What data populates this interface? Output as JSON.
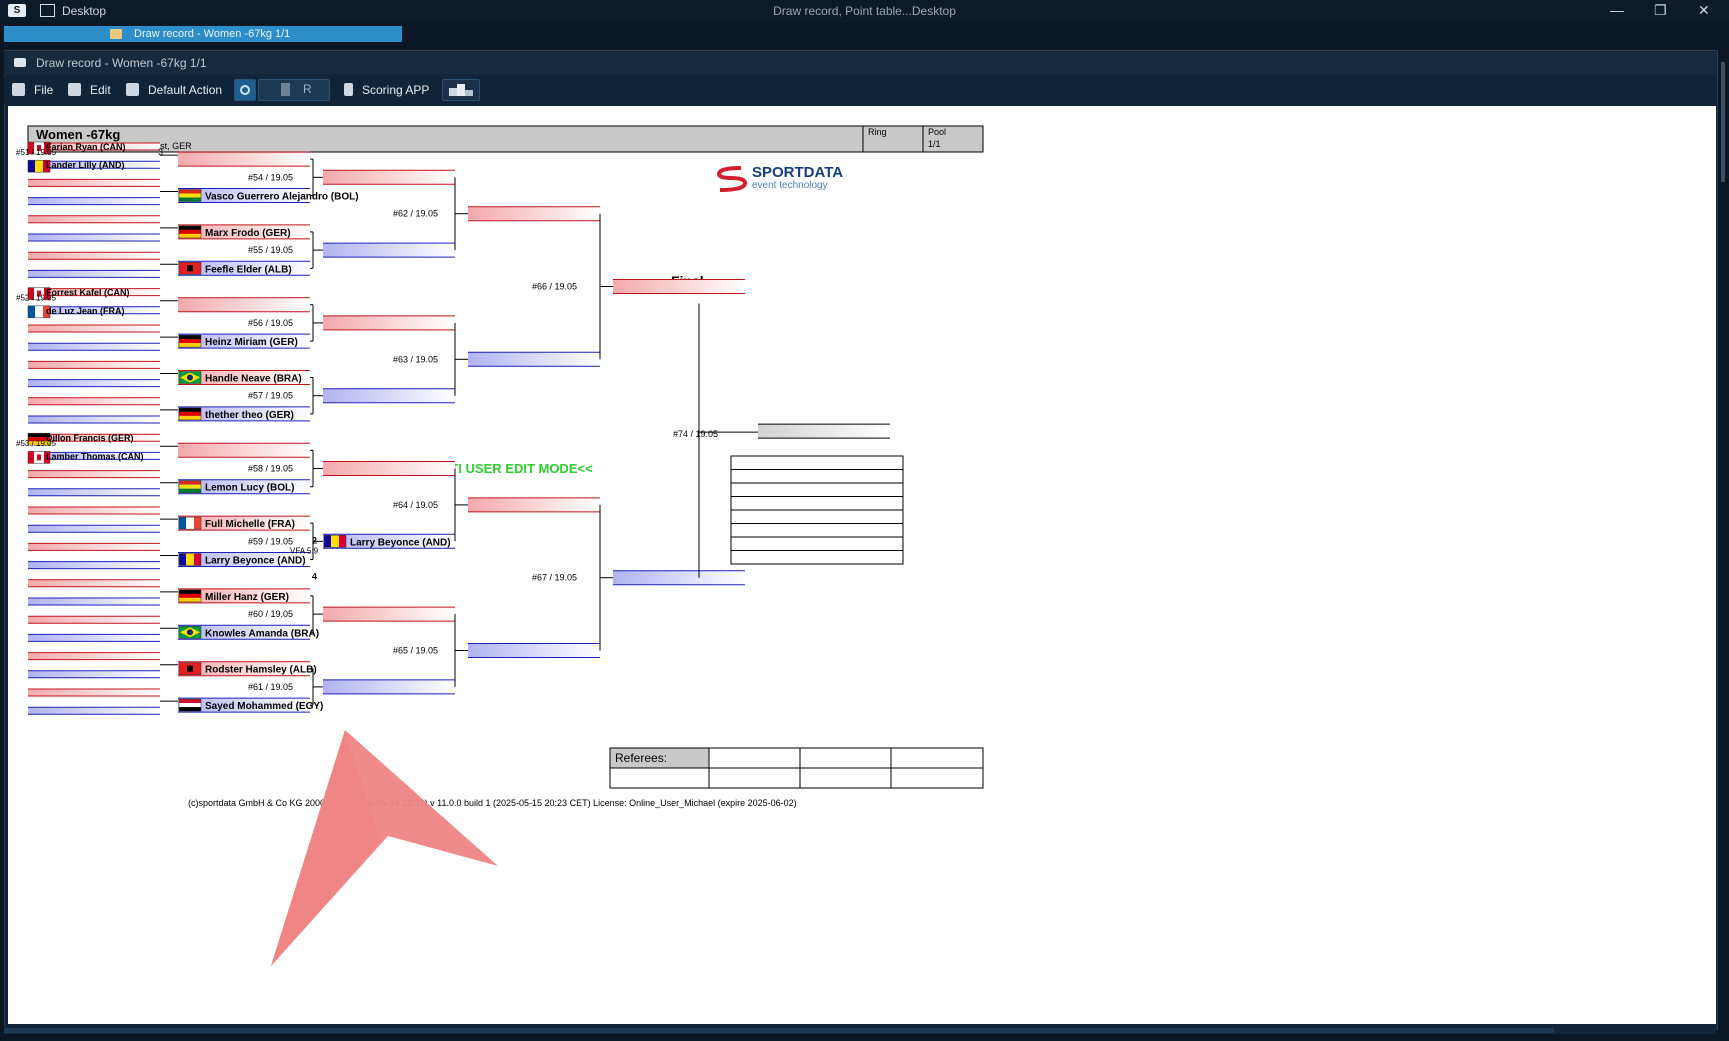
{
  "window": {
    "app_title": "Desktop",
    "center_title": "Draw record, Point table...Desktop",
    "minimize_glyph": "—",
    "maximize_glyph": "❐",
    "close_glyph": "✕",
    "tab_label": "Draw record - Women -67kg 1/1",
    "inner_title": "Draw record - Women -67kg 1/1"
  },
  "toolbar": {
    "file": "File",
    "edit": "Edit",
    "default_action": "Default Action",
    "r_field": "R",
    "scoring_app": "Scoring APP"
  },
  "sheet": {
    "title": "Women -67kg",
    "subtitle": "Knowledge Base Event, 123 test, GER",
    "ring_label": "Ring",
    "pool_label": "Pool",
    "pool_value": "1/1",
    "brand_name": "SPORTDATA",
    "brand_tag": "event technology",
    "final_label": "Final",
    "multi_user": ">>MULTI USER EDIT MODE<<",
    "referees_label": "Referees:",
    "footer": "(c)sportdata GmbH & Co KG 2000-2025 (2025-05-19 13:31) v 11.0.0 build 1 (2025-05-15 20:23 CET) License: Online_User_Michael (expire 2025-06-02)",
    "flags": {
      "CAN": [
        "#ffffff",
        "#d80621",
        "#ffffff"
      ],
      "AND": [
        "#10069f",
        "#fedf00",
        "#d50032"
      ],
      "BOL": [
        "#d52b1e",
        "#f9e300",
        "#007934"
      ],
      "GER": [
        "#000000",
        "#dd0000",
        "#ffce00"
      ],
      "ALB": [
        "#e41e20",
        "#e41e20",
        "#e41e20"
      ],
      "FRA": [
        "#0055a4",
        "#ffffff",
        "#ef4135"
      ],
      "BRA": [
        "#009c3b",
        "#ffdf00",
        "#009c3b"
      ],
      "EGY": [
        "#ce1126",
        "#ffffff",
        "#000000"
      ]
    },
    "prelim": [
      {
        "match": "#51 / 19.05",
        "score": "3",
        "red": {
          "name": "Farian Ryan (CAN)",
          "flag": "CAN"
        },
        "blue": {
          "name": "Lander Lilly (AND)",
          "flag": "AND"
        }
      },
      {
        "match": "#52 / 19.05",
        "score": "",
        "red": {
          "name": "Forrest Kafel (CAN)",
          "flag": "CAN"
        },
        "blue": {
          "name": "de Luz Jean (FRA)",
          "flag": "FRA"
        }
      },
      {
        "match": "#53 / 19.05",
        "score": "",
        "red": {
          "name": "Dillon Francis (GER)",
          "flag": "GER"
        },
        "blue": {
          "name": "Lamber Thomas (CAN)",
          "flag": "CAN"
        }
      }
    ],
    "round1": [
      {
        "match": "#54 / 19.05",
        "red": null,
        "blue": {
          "name": "Vasco Guerrero Alejandro (BOL)",
          "flag": "BOL"
        }
      },
      {
        "match": "#55 / 19.05",
        "red": {
          "name": "Marx Frodo (GER)",
          "flag": "GER"
        },
        "blue": {
          "name": "Feefle Elder (ALB)",
          "flag": "ALB"
        }
      },
      {
        "match": "#56 / 19.05",
        "red": null,
        "blue": {
          "name": "Heinz Miriam (GER)",
          "flag": "GER"
        }
      },
      {
        "match": "#57 / 19.05",
        "red": {
          "name": "Handle Neave (BRA)",
          "flag": "BRA"
        },
        "blue": {
          "name": "thether theo (GER)",
          "flag": "GER"
        }
      },
      {
        "match": "#58 / 19.05",
        "red": null,
        "blue": {
          "name": "Lemon Lucy (BOL)",
          "flag": "BOL"
        }
      },
      {
        "match": "#59 / 19.05",
        "red": {
          "name": "Full Michelle (FRA)",
          "flag": "FRA"
        },
        "blue": {
          "name": "Larry Beyonce (AND)",
          "flag": "AND"
        },
        "score_red": "2",
        "score_blue": "4",
        "note": "VFA 5:9"
      },
      {
        "match": "#60 / 19.05",
        "red": {
          "name": "Miller Hanz (GER)",
          "flag": "GER"
        },
        "blue": {
          "name": "Knowles Amanda (BRA)",
          "flag": "BRA"
        }
      },
      {
        "match": "#61 / 19.05",
        "red": {
          "name": "Rodster Hamsley (ALB)",
          "flag": "ALB"
        },
        "blue": {
          "name": "Sayed Mohammed (EGY)",
          "flag": "EGY"
        }
      }
    ],
    "round2": [
      {
        "match": "#62 / 19.05",
        "red": null,
        "blue": null
      },
      {
        "match": "#63 / 19.05",
        "red": null,
        "blue": null
      },
      {
        "match": "#64 / 19.05",
        "red": null,
        "blue": {
          "name": "Larry Beyonce (AND)",
          "flag": "AND"
        }
      },
      {
        "match": "#65 / 19.05",
        "red": null,
        "blue": null
      }
    ],
    "semis": [
      {
        "match": "#66 / 19.05"
      },
      {
        "match": "#67 / 19.05"
      }
    ],
    "final_match": "#74 / 19.05"
  }
}
